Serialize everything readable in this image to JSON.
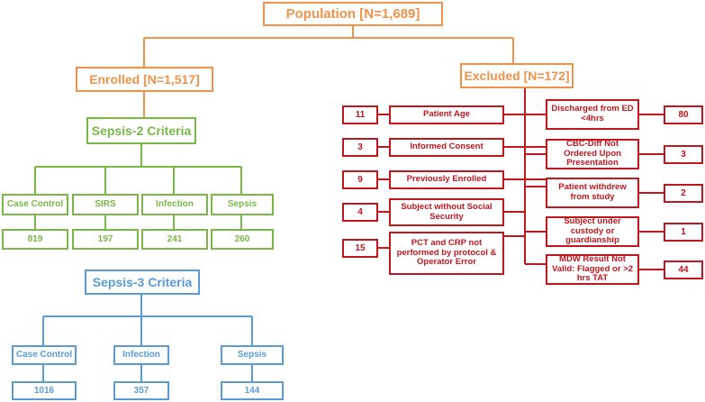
{
  "population": "Population [N=1,689]",
  "enrolled": "Enrolled [N=1,517]",
  "excluded": "Excluded [N=172]",
  "sepsis2": {
    "title": "Sepsis-2 Criteria",
    "groups": [
      {
        "label": "Case Control",
        "count": "819"
      },
      {
        "label": "SIRS",
        "count": "197"
      },
      {
        "label": "Infection",
        "count": "241"
      },
      {
        "label": "Sepsis",
        "count": "260"
      }
    ]
  },
  "sepsis3": {
    "title": "Sepsis-3 Criteria",
    "groups": [
      {
        "label": "Case Control",
        "count": "1016"
      },
      {
        "label": "Infection",
        "count": "357"
      },
      {
        "label": "Sepsis",
        "count": "144"
      }
    ]
  },
  "exclusions_left": [
    {
      "count": "11",
      "reason": "Patient Age"
    },
    {
      "count": "3",
      "reason": "Informed Consent"
    },
    {
      "count": "9",
      "reason": "Previously Enrolled"
    },
    {
      "count": "4",
      "reason": "Subject without Social Security"
    },
    {
      "count": "15",
      "reason": "PCT and CRP not performed by protocol & Operator Error"
    }
  ],
  "exclusions_right": [
    {
      "reason": "Discharged from ED <4hrs",
      "count": "80"
    },
    {
      "reason": "CBC-Diff Not Ordered Upon Presentation",
      "count": "3"
    },
    {
      "reason": "Patient withdrew from study",
      "count": "2"
    },
    {
      "reason": "Subject under custody or guardianship",
      "count": "1"
    },
    {
      "reason": "MDW Result Not Valid: Flagged or >2 hrs TAT",
      "count": "44"
    }
  ],
  "colors": {
    "orange": "#f0934a",
    "green": "#7ab648",
    "blue": "#5a9bd5",
    "red": "#c0161e"
  }
}
